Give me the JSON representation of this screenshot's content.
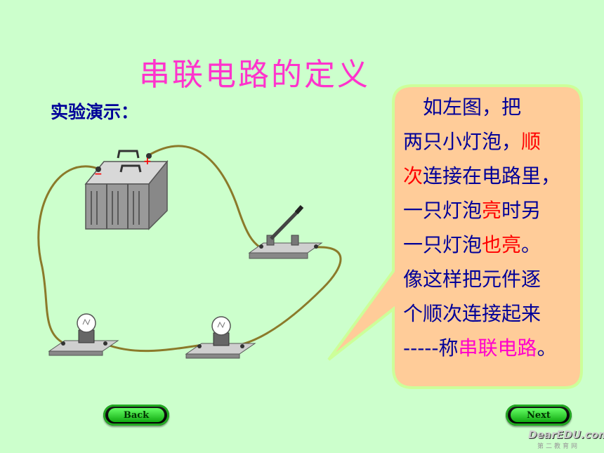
{
  "title": "串联电路的定义",
  "subtitle": "实验演示：",
  "callout": {
    "lines": [
      [
        {
          "t": "　如左图，把",
          "c": ""
        }
      ],
      [
        {
          "t": "两只小灯泡，",
          "c": ""
        },
        {
          "t": "顺",
          "c": "red"
        }
      ],
      [
        {
          "t": "次",
          "c": "red"
        },
        {
          "t": "连接在电路里，",
          "c": ""
        }
      ],
      [
        {
          "t": "一只灯泡",
          "c": ""
        },
        {
          "t": "亮",
          "c": "red"
        },
        {
          "t": "时另",
          "c": ""
        }
      ],
      [
        {
          "t": "一只灯泡",
          "c": ""
        },
        {
          "t": "也亮",
          "c": "red"
        },
        {
          "t": "。",
          "c": ""
        }
      ],
      [
        {
          "t": "像这样把元件逐",
          "c": ""
        }
      ],
      [
        {
          "t": "个顺次连接起来",
          "c": ""
        }
      ],
      [
        {
          "t": "-----",
          "c": ""
        },
        {
          "t": "称",
          "c": ""
        },
        {
          "t": "串联电路",
          "c": "pink"
        },
        {
          "t": "。",
          "c": ""
        }
      ]
    ]
  },
  "buttons": {
    "back": "Back",
    "next": "Next"
  },
  "watermark": {
    "main": "DearEDU.com",
    "sub": "第二教育网"
  },
  "battery": {
    "plus": "+",
    "minus": "−"
  }
}
